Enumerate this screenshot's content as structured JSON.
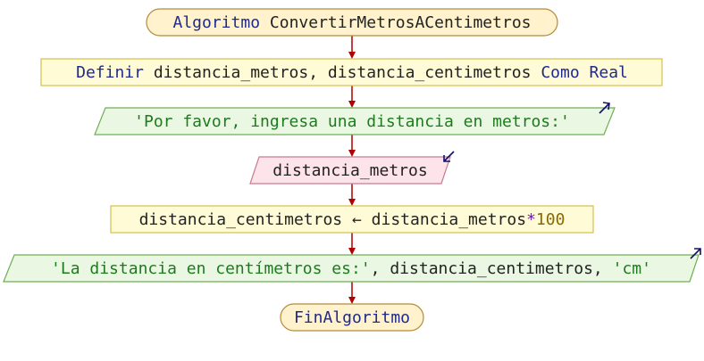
{
  "colors": {
    "keyword": "#1f2a8c",
    "identifier": "#222222",
    "string": "#1e7a1e",
    "number": "#8a6a00",
    "operator": "#6a1f9a",
    "arrow": "#b00000",
    "terminal_fill": "#fff2cc",
    "terminal_stroke": "#b58a3a",
    "process_fill": "#fffbd6",
    "process_stroke": "#d4c04a",
    "output_fill": "#eaf8e3",
    "output_stroke": "#6fae55",
    "input_fill": "#fde3ea",
    "input_stroke": "#c97a90",
    "io_icon": "#10106a"
  },
  "flowchart": {
    "start": {
      "keyword": "Algoritmo",
      "name": "ConvertirMetrosACentimetros"
    },
    "definition": {
      "keyword": "Definir",
      "variables": "distancia_metros, distancia_centimetros",
      "as_keyword": "Como",
      "type": "Real"
    },
    "output_prompt": {
      "text": "'Por favor, ingresa una distancia en metros:'"
    },
    "input": {
      "variable": "distancia_metros"
    },
    "assignment": {
      "target": "distancia_centimetros",
      "arrow": "←",
      "source": "distancia_metros",
      "operator": "*",
      "value": "100"
    },
    "output_result": {
      "string1": "'La distancia en centímetros es:'",
      "sep1": ", ",
      "variable": "distancia_centimetros",
      "sep2": ", ",
      "string2": "'cm'"
    },
    "end": {
      "keyword": "FinAlgoritmo"
    }
  }
}
